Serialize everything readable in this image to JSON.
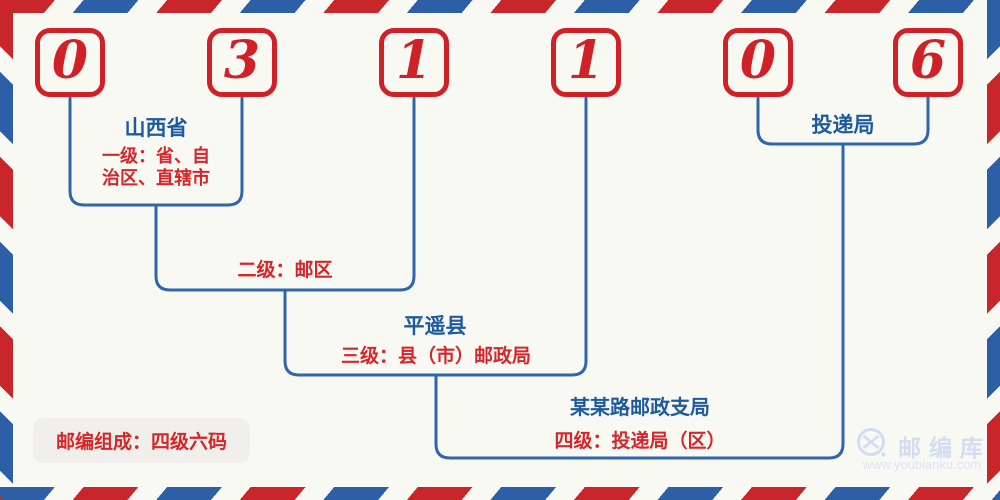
{
  "postal_code": {
    "digits": [
      "0",
      "3",
      "1",
      "1",
      "0",
      "6"
    ]
  },
  "annotations": {
    "level1": {
      "region_name": "山西省",
      "description_line1": "一级：省、自",
      "description_line2": "治区、直辖市"
    },
    "level2": {
      "description": "二级：邮区"
    },
    "level3": {
      "region_name": "平遥县",
      "description": "三级：县（市）邮政局"
    },
    "level4": {
      "office_name": "某某路邮政支局",
      "description": "四级：投递局（区）"
    },
    "delivery_office": {
      "name": "投递局"
    }
  },
  "footer": {
    "composition_note": "邮编组成：四级六码"
  },
  "watermark": {
    "brand": "邮编库",
    "url": "www.youbianku.com",
    "icon": "envelope-circle-icon"
  },
  "colors": {
    "accent_red": "#c9262b",
    "accent_blue": "#2c5fa5",
    "line_blue": "#2f66ad",
    "text_blue": "#1d5a9e",
    "text_red": "#d5262b",
    "background": "#f9f9f4",
    "badge_background": "#f0efeb",
    "watermark_blue": "#d2ddf0"
  }
}
